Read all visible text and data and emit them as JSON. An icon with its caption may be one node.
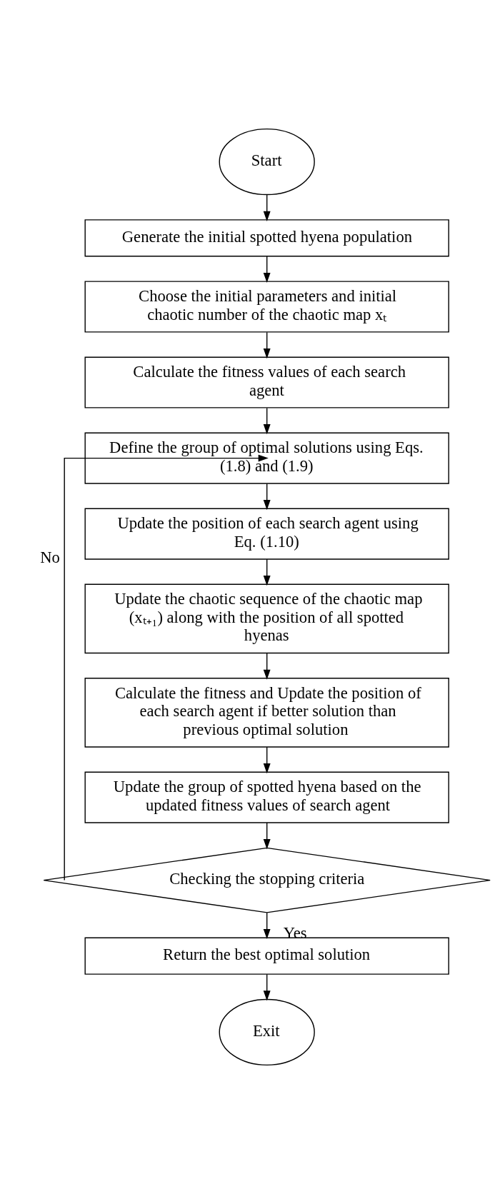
{
  "diagram": {
    "nodes": [
      {
        "text": [
          "Start"
        ]
      },
      {
        "text": [
          "Generate the initial spotted hyena population"
        ]
      },
      {
        "text": [
          "Choose the initial parameters and initial chaotic number of the chaotic map xₜ"
        ]
      },
      {
        "text": [
          "Calculate the fitness values of each search agent"
        ]
      },
      {
        "text": [
          "Define the group of optimal solutions using Eqs. (1.8) and (1.9)"
        ]
      },
      {
        "text": [
          "Update the position of each search agent using Eq. (1.10)"
        ]
      },
      {
        "text": [
          "Update the chaotic sequence of the chaotic map (xₜ₊₁) along with the position of all spotted hyenas"
        ]
      },
      {
        "text": [
          "Calculate the fitness and Update the position of each search agent if better solution than previous optimal solution"
        ]
      },
      {
        "text": [
          "Update the group of spotted hyena based on the updated fitness values of search agent"
        ]
      },
      {
        "text": [
          "Checking the stopping criteria"
        ]
      },
      {
        "text": [
          "Return the best optimal solution"
        ]
      },
      {
        "text": [
          "Exit"
        ]
      }
    ],
    "edges": [
      {
        "from": 0,
        "to": 1,
        "arrow": "to"
      },
      {
        "from": 1,
        "to": 2,
        "arrow": "to"
      },
      {
        "from": 2,
        "to": 3,
        "arrow": "to"
      },
      {
        "from": 3,
        "to": 4,
        "arrow": "to"
      },
      {
        "from": 4,
        "to": 5,
        "arrow": "to"
      },
      {
        "from": 5,
        "to": 6,
        "arrow": "to"
      },
      {
        "from": 6,
        "to": 7,
        "arrow": "to"
      },
      {
        "from": 7,
        "to": 8,
        "arrow": "to"
      },
      {
        "from": 8,
        "to": 9,
        "arrow": "to"
      },
      {
        "from": 9,
        "to": 4,
        "arrow": "to",
        "label": "No"
      },
      {
        "from": 9,
        "to": 10,
        "arrow": "to",
        "label": "Yes"
      },
      {
        "from": 10,
        "to": 11,
        "arrow": "to"
      }
    ]
  }
}
